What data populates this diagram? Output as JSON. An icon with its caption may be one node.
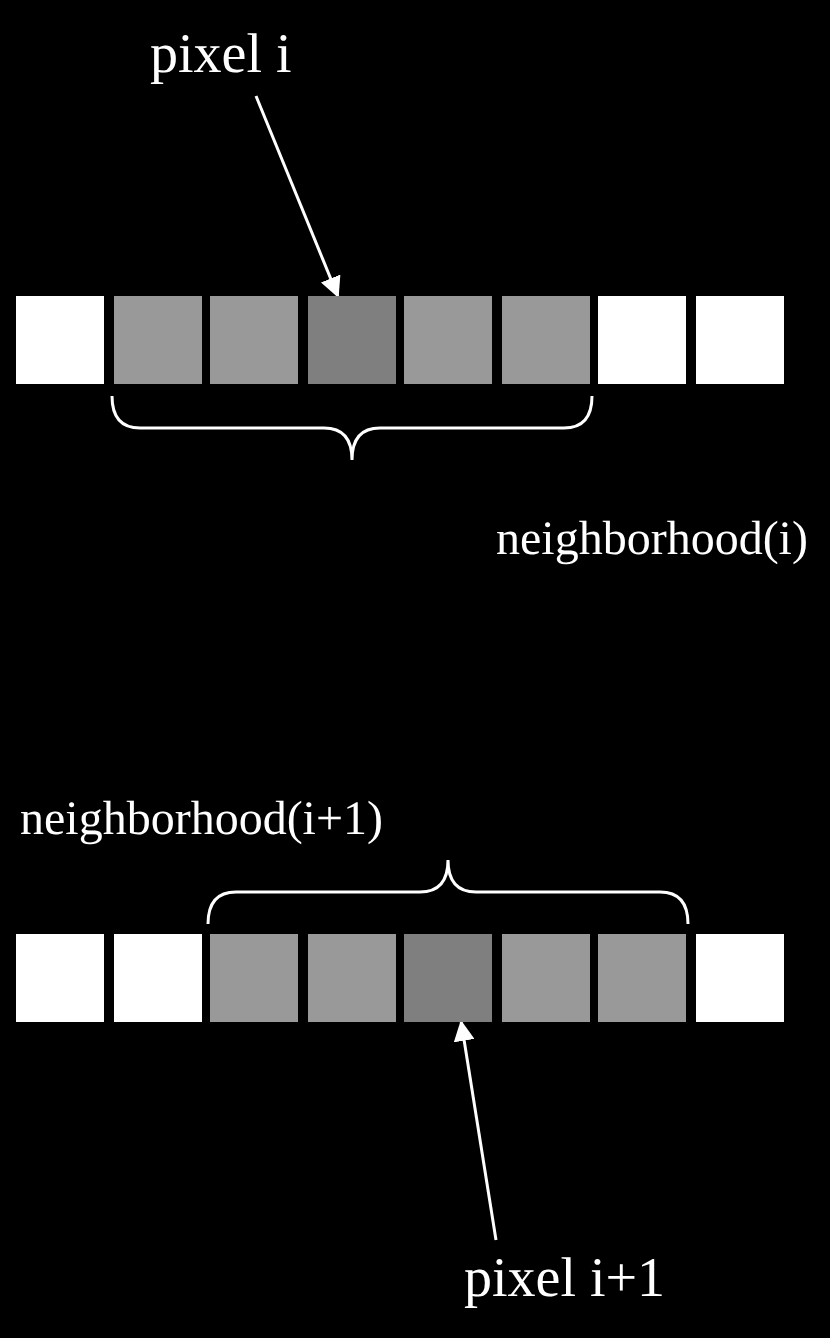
{
  "diagram": {
    "nodes": [
      {
        "text": [
          "pixel i"
        ]
      },
      {
        "text": [],
        "shape": "box"
      },
      {
        "text": [],
        "shape": "box"
      },
      {
        "text": [],
        "shape": "box"
      },
      {
        "text": [],
        "shape": "box"
      },
      {
        "text": [],
        "shape": "box"
      },
      {
        "text": [],
        "shape": "box"
      },
      {
        "text": [],
        "shape": "box"
      },
      {
        "text": [],
        "shape": "box"
      },
      {
        "text": [],
        "shape": "box"
      },
      {
        "text": [],
        "shape": "box"
      },
      {
        "text": [],
        "shape": "box"
      },
      {
        "text": [],
        "shape": "box"
      },
      {
        "text": [],
        "shape": "box"
      },
      {
        "text": [],
        "shape": "box"
      },
      {
        "text": [],
        "shape": "box"
      },
      {
        "text": [],
        "shape": "box"
      },
      {
        "text": [
          "pixel i+1"
        ]
      }
    ],
    "edges": [
      {
        "from": 0,
        "to": 4,
        "arrow": "to"
      },
      {
        "from": 17,
        "to": 13,
        "arrow": "to"
      }
    ],
    "labels": [
      "neighborhood(i)",
      "neighborhood(i+1)"
    ]
  }
}
